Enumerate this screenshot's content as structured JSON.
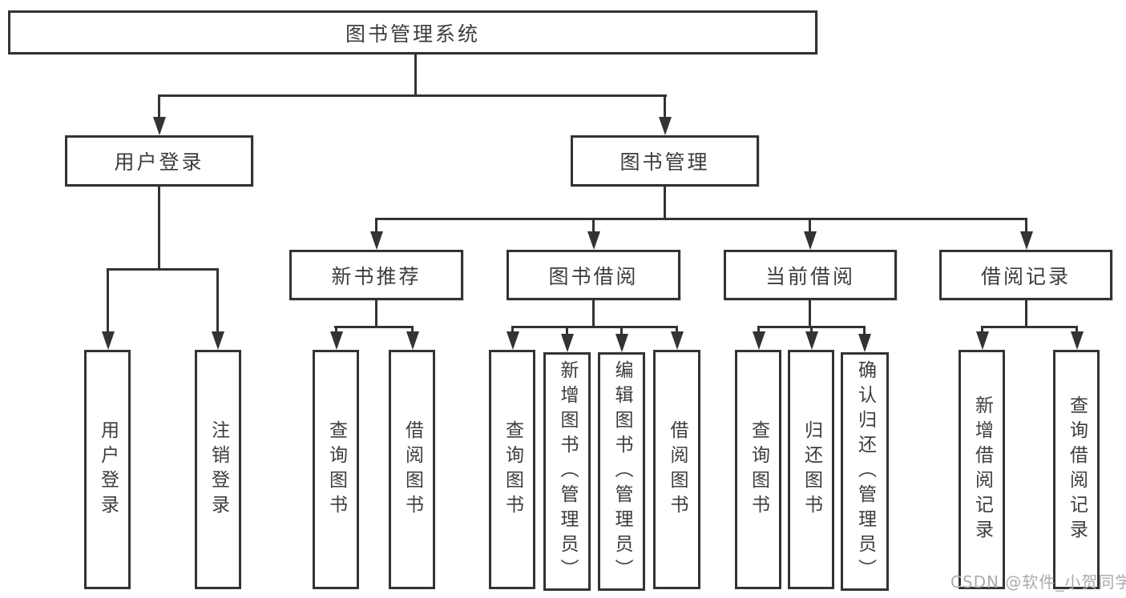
{
  "diagram_title": "图书管理系统",
  "nodes": {
    "root": "图书管理系统",
    "userLogin": {
      "label": "用户登录",
      "leaves": [
        "用户登录",
        "注销登录"
      ]
    },
    "bookMgmt": {
      "label": "图书管理",
      "groups": [
        {
          "label": "新书推荐",
          "leaves": [
            "查询图书",
            "借阅图书"
          ]
        },
        {
          "label": "图书借阅",
          "leaves": [
            "查询图书",
            "新增图书（管理员）",
            "编辑图书（管理员）",
            "借阅图书"
          ]
        },
        {
          "label": "当前借阅",
          "leaves": [
            "查询图书",
            "归还图书",
            "确认归还（管理员）"
          ]
        },
        {
          "label": "借阅记录",
          "leaves": [
            "新增借阅记录",
            "查询借阅记录"
          ]
        }
      ]
    }
  },
  "watermark": "CSDN @软件_小贺同学",
  "colors": {
    "line": "#333333",
    "text": "#3d3d3d",
    "box_background": "#ffffff",
    "page_background": "#ffffff",
    "watermark": "#ababab"
  }
}
